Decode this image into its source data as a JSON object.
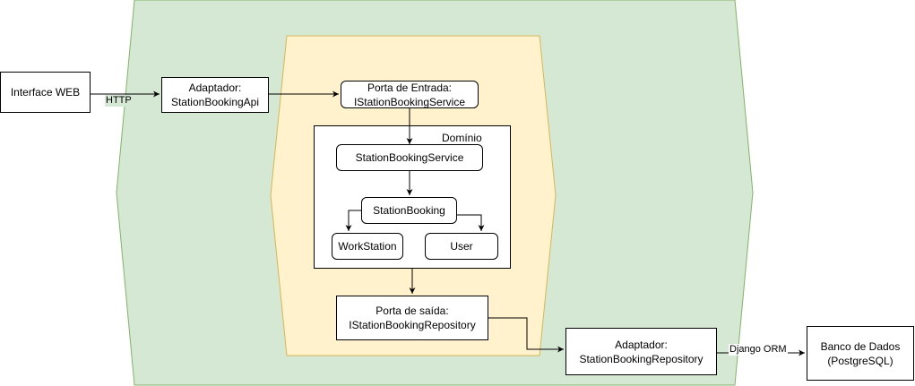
{
  "colors": {
    "outer_fill": "#d5e8d4",
    "outer_stroke": "#82b366",
    "inner_fill": "#fff2cc",
    "inner_stroke": "#d6b656",
    "line": "#000000"
  },
  "nodes": {
    "interface_web": "Interface WEB",
    "adapter_api": {
      "line1": "Adaptador:",
      "line2": "StationBookingApi"
    },
    "input_port": {
      "line1": "Porta de Entrada:",
      "line2": "IStationBookingService"
    },
    "domain": {
      "label": "Domínio"
    },
    "service": "StationBookingService",
    "station_booking": "StationBooking",
    "workstation": "WorkStation",
    "user": "User",
    "output_port": {
      "line1": "Porta de saída:",
      "line2": "IStationBookingRepository"
    },
    "adapter_repo": {
      "line1": "Adaptador:",
      "line2": "StationBookingRepository"
    },
    "database": {
      "line1": "Banco de Dados",
      "line2": "(PostgreSQL)"
    }
  },
  "edges": {
    "http": "HTTP",
    "orm": "Django ORM"
  }
}
